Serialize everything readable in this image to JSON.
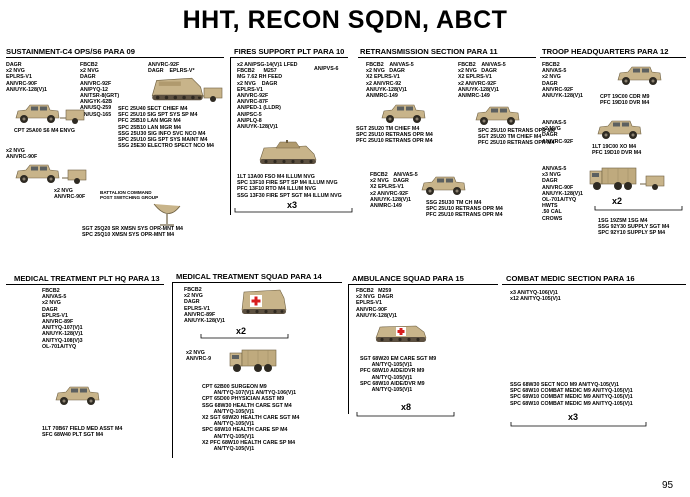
{
  "title": "HHT, RECON SQDN, ABCT",
  "page_number": "95",
  "sections": {
    "sustainment": {
      "header": "SUSTAINMENT-C4 OPS/S6  PARA 09",
      "eq_left": "DAGR\nx2 NVG\nEPLRS-V1\nAN/VRC-90F\nAN/UYK-128(V)1",
      "eq_mid": "FBCB2\nx2 NVG\nDAGR\nAN/VRC-92F\nAN/PYQ-12\nAN/TSR-8(GRT)\nAN/GYK-62B\nAN/USQ-259\nAN/USQ-165",
      "eq_right": "AN/VRC-92F\nDAGR    EPLRS-V*",
      "staff": "SFC 25U40 SECT CHIEF M4\nSFC 25U10 SIG SPT SYS SP M4\nPFC 25B10 LAN MGR M4\nSPC 25B10 LAN MGR M4\nSSG 25U30 SIG INFO SVC NCO M4\nSPC 25U10 SIG SPT SYS MAINT M4\nSSG 25E30 ELECTRO SPECT NCO M4",
      "cpt": "CPT 25A00 S6 M4 ENVG",
      "eq2": "x2 NVG\nAN/VRC-90F",
      "eq3": "x2 NVG\nAN/VRC-90F",
      "bcs": "BATTALION COMMAND\nPOST SWITCHING GROUP",
      "sgt": "SGT 25Q20 SR XMSN SYS OPR-MNT M4\nSPC 25Q10 XMSN SYS OPR-MNT M4"
    },
    "fires": {
      "header": "FIRES SUPPORT PLT  PARA 10",
      "eq": "x2 AN/PSG-14(V)1 LFED\nFBCB2      M257\nMG 7.62 RH FEED\nx2 NVG    DAGR\nEPLRS-V1\nAN/VRC-92F\nAN/VRC-87F\nAN/PED-1 (LLDR)\nAN/PSC-5\nAN/PLQ-8\nAN/UYK-128(V)1",
      "pvs": "AN/PVS-6",
      "staff": "1LT 13A00 FSO M4 ILLUM NVG\nSPC 13F10 FIRE SPT SP M4 ILLUM NVG\nPFC 13F10 RTO M4 ILLUM NVG\nSSG 13F30 FIRE SPT SGT M4 ILLUM NVG",
      "mult": "x3"
    },
    "retrans": {
      "header": "RETRANSMISSION SECTION  PARA 11",
      "eq_a": "FBCB2    AN/VAS-5\nx2 NVG   DAGR\nX2 EPLRS-V1\nx2 AN/VRC-92\nAN/UYK-128(V)1\nAN/MRC-149",
      "eq_b": "FBCB2    AN/VAS-5\nx2 NVG   DAGR\nX2 EPLRS-V1\nx2 AN/VRC-92F\nAN/UYK-128(V)1\nAN/MRC-149",
      "staff_a": "SGT 25U20 TM CHIEF M4\nSPC 25U10 RETRANS OPR M4\nPFC 25U10 RETRANS OPR M4",
      "staff_b": "SPC 25U10 RETRANS OPR M4\nSGT 25U20 TM CHIEF M4\nPFC 25U10 RETRANS OPR M4",
      "eq_c": "FBCB2    AN/VAS-5\nx2 NVG   DAGR\nX2 EPLRS-V1\nx2 AN/VRC-92F\nAN/UYK-128(V)1\nAN/MRC-149",
      "staff_c": "SSG 25U30 TM CH M4\nSPC 25U10 RETRANS OPR M4\nPFC 25U10 RETRANS OPR M4"
    },
    "troophq": {
      "header": "TROOP HEADQUARTERS  PARA 12",
      "eq_a": "FBCB2\nAN/VAS-5\nx2 NVG\nDAGR\nAN/VRC-92F\nAN/UYK-128(V)1",
      "staff_a": "CPT 19C00 CDR M9\nPFC 19D10 DVR M4",
      "eq_b": "AN/VAS-5\nx2 NVG\nDAGR\nAN/VRC-92F",
      "staff_b": "1LT 19C00 XO M4\nPFC 19D10 DVR M4",
      "eq_c": "AN/VAS-5\nx3 NVG\nDAGR\nAN/VRC-90F\nAN/UYK-128(V)1\nOL-701A/TYQ\nHWTS\n.50 CAL\nCROWS",
      "mult": "x2",
      "staff_c": "1SG 19Z5M 1SG M4\nSSG 92Y30 SUPPLY SGT M4\nSPC 92Y10 SUPPLY SP M4"
    },
    "medhq": {
      "header": "MEDICAL TREATMENT PLT HQ PARA 13",
      "eq": "FBCB2\nAN/VAS-5\nx2 NVG\nDAGR\nEPLRS-V1\nAN/VRC-89F\nAN/TYQ-107(V)1\nAN/UYK-128(V)1\nAN/TYQ-108(V)3\nOL-701A/TYQ",
      "staff": "1LT 70B67 FIELD MED ASST M4\nSFC 68W40 PLT SGT M4"
    },
    "medsq": {
      "header": "MEDICAL TREATMENT SQUAD  PARA 14",
      "eq_a": "FBCB2\nx2 NVG\nDAGR\nEPLRS-V1\nAN/VRC-89F\nAN/UYK-128(V)1",
      "mult": "x2",
      "eq_b": "x2 NVG\nAN/VRC-9",
      "staff": "CPT 62B00 SURGEON M9\n        AN/TYQ-107(V)1 AN/TYQ-106(V)1\nCPT 65D00 PHYSICIAN ASST M9\nSSG 68W30 HEALTH CARE SGT M4\n        AN/TYQ-105(V)1\nX2 SGT 68W20 HEALTH CARE SGT M4\n        AN/TYQ-105(V)1\nSPC 68W10 HEALTH CARE SP M4\n        AN/TYQ-105(V)1\nX2 PFC 68W10 HEALTH CARE SP M4\n        AN/TYQ-105(V)1"
    },
    "amb": {
      "header": "AMBULANCE SQUAD  PARA 15",
      "eq": "FBCB2   M259\nx2 NVG  DAGR\nEPLRS-V1\nAN/VRC-90F\nAN/UYK-128(V)1",
      "staff": "SGT 68W20 EM CARE SGT M9\n        AN/TYQ-105(V)1\nPFC 68W10 AIDE/DVR M9\n        AN/TYQ-105(V)1\nSPC 68W10 AIDE/DVR M9\n        AN/TYQ-105(V)1",
      "mult": "x8"
    },
    "combat": {
      "header": "COMBAT MEDIC SECTION  PARA 16",
      "eq": "x3 AN/TYQ-106(V)1\nx12 AN/TYQ-105(V)1",
      "staff": "SSG 68W30 SECT NCO M9 AN/TYQ-105(V)1\nSPC 68W10 COMBAT MEDIC M9 AN/TYQ-105(V)1\nSPC 68W10 COMBAT MEDIC M9 AN/TYQ-105(V)1\nSPC 68W10 COMBAT MEDIC M9 AN/TYQ-105(V)1",
      "mult": "x3"
    }
  },
  "colors": {
    "vehicle_tan": "#c8b48a",
    "vehicle_dark": "#8f7d58",
    "red_cross": "#d81e1e",
    "text": "#000000"
  },
  "icons": [
    "carrier-vehicle",
    "trailer",
    "humvee",
    "cargo-truck",
    "fist-vehicle",
    "satellite-dish",
    "ambulance-vehicle"
  ]
}
